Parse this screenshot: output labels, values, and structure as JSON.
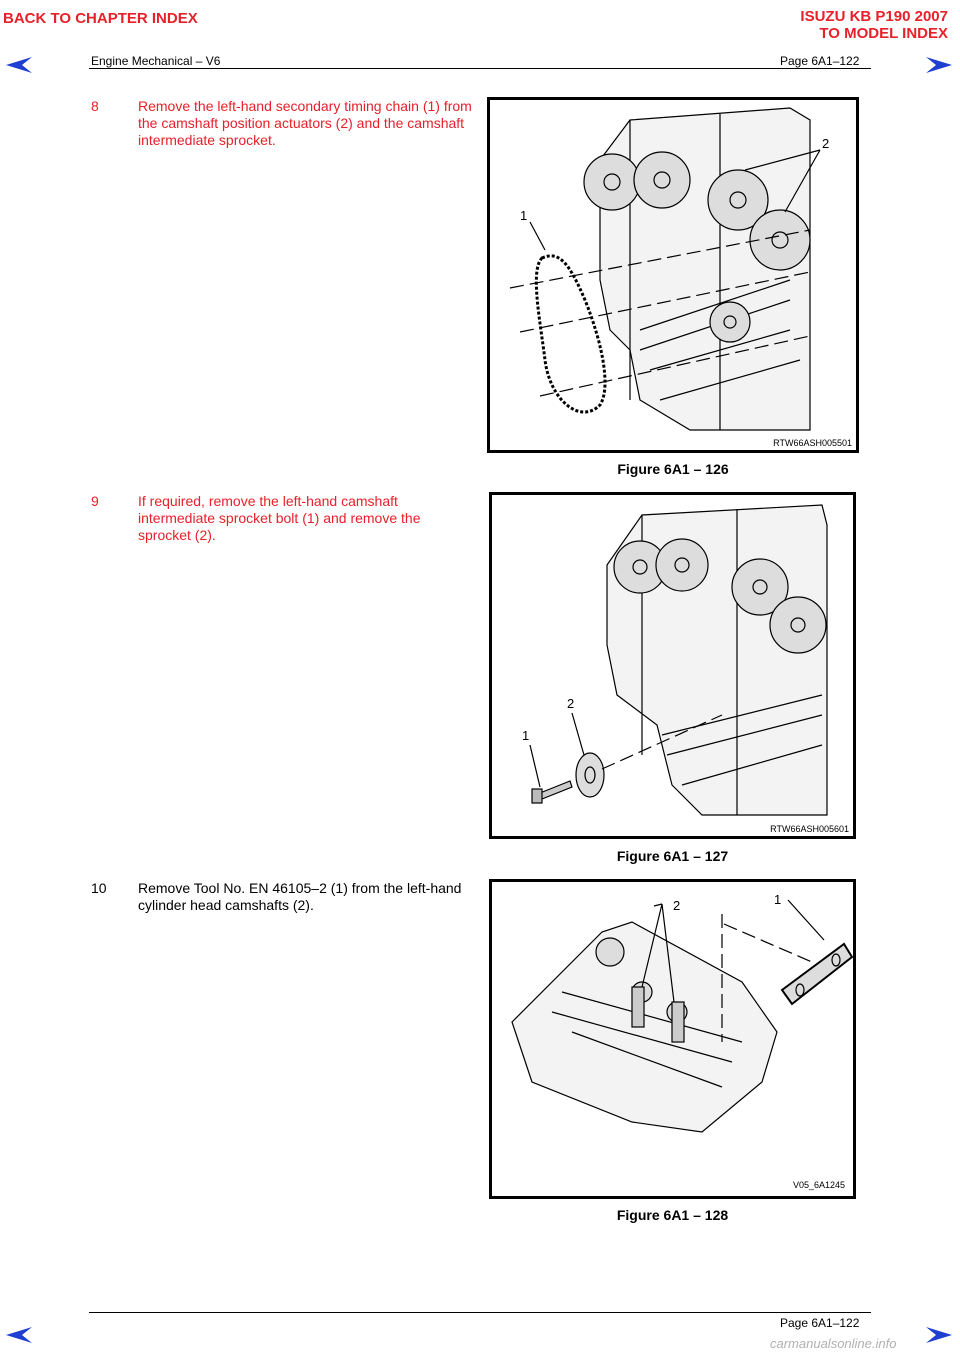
{
  "nav": {
    "back_chapter": "BACK TO CHAPTER INDEX",
    "model_line1": "ISUZU KB P190 2007",
    "model_line2": "TO MODEL INDEX",
    "arrow_color": "#1e3fcf",
    "link_color": "#e8202a"
  },
  "header": {
    "section": "Engine Mechanical – V6",
    "page": "Page 6A1–122"
  },
  "steps": [
    {
      "number": "8",
      "lines": [
        "Remove the left-hand secondary timing chain (1) from",
        "the camshaft position actuators (2) and the camshaft",
        "intermediate sprocket."
      ],
      "color": "#e8202a"
    },
    {
      "number": "9",
      "lines": [
        "If required, remove the left-hand camshaft",
        "intermediate sprocket bolt (1) and remove the",
        "sprocket (2)."
      ],
      "color": "#e8202a"
    },
    {
      "number": "10",
      "lines": [
        "Remove Tool No. EN 46105–2 (1) from the left-hand",
        "cylinder head camshafts (2)."
      ],
      "color": "#000000"
    }
  ],
  "figures": [
    {
      "caption": "Figure 6A1 – 126",
      "code": "RTW66ASH005501",
      "callouts": [
        "1",
        "2"
      ]
    },
    {
      "caption": "Figure 6A1 – 127",
      "code": "RTW66ASH005601",
      "callouts": [
        "1",
        "2"
      ]
    },
    {
      "caption": "Figure 6A1 – 128",
      "code": "V05_6A1245",
      "callouts": [
        "1",
        "2"
      ]
    }
  ],
  "footer": {
    "page": "Page 6A1–122",
    "watermark": "carmanualsonline.info"
  }
}
